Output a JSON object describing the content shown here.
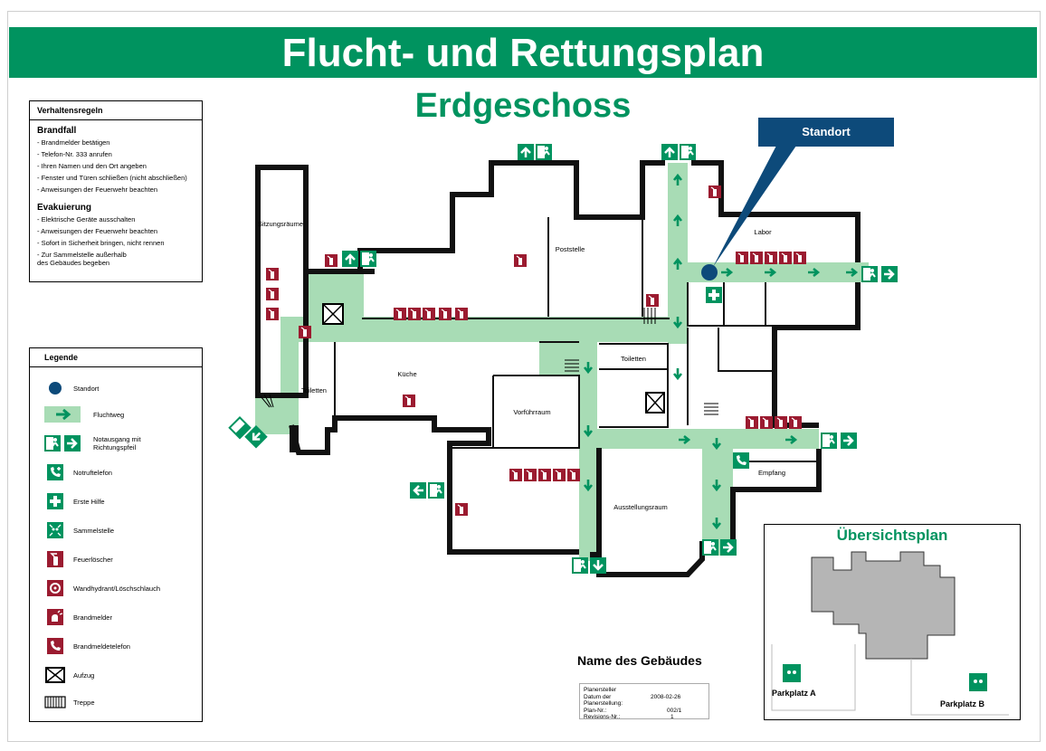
{
  "title": "Flucht- und Rettungsplan",
  "subtitle": "Erdgeschoss",
  "callout": "Standort",
  "rules": {
    "heading": "Verhaltensregeln",
    "sections": [
      {
        "title": "Brandfall",
        "lines": [
          "- Brandmelder betätigen",
          "- Telefon-Nr. 333 anrufen",
          "- Ihren Namen und den Ort angeben",
          "- Fenster und Türen schließen (nicht abschließen)",
          "- Anweisungen der Feuerwehr beachten"
        ]
      },
      {
        "title": "Evakuierung",
        "lines": [
          "- Elektrische Geräte ausschalten",
          "- Anweisungen der Feuerwehr beachten",
          "- Sofort in Sicherheit bringen, nicht rennen",
          "- Zur Sammelstelle außerhalb des Gebäudes begeben"
        ]
      }
    ]
  },
  "legend": {
    "heading": "Legende",
    "items": [
      {
        "icon": "standort-dot",
        "label": "Standort"
      },
      {
        "icon": "fluchtweg-arrow",
        "label": "Fluchtweg"
      },
      {
        "icon": "emergency-exit-icon",
        "label": "Notausgang mit Richtungspfeil"
      },
      {
        "icon": "emergency-phone-icon",
        "label": "Notruftelefon"
      },
      {
        "icon": "first-aid-icon",
        "label": "Erste Hilfe"
      },
      {
        "icon": "assembly-point-icon",
        "label": "Sammelstelle"
      },
      {
        "icon": "fire-extinguisher-icon",
        "label": "Feuerlöscher"
      },
      {
        "icon": "fire-hose-icon",
        "label": "Wandhydrant/Löschschlauch"
      },
      {
        "icon": "fire-alarm-icon",
        "label": "Brandmelder"
      },
      {
        "icon": "fire-phone-icon",
        "label": "Brandmeldetelefon"
      },
      {
        "icon": "elevator-icon",
        "label": "Aufzug"
      },
      {
        "icon": "stairs-icon",
        "label": "Treppe"
      }
    ]
  },
  "rooms": {
    "sitzungsraeume": "Sitzungsräume",
    "poststelle": "Poststelle",
    "labor": "Labor",
    "kueche": "Küche",
    "toiletten_left": "Toiletten",
    "toiletten_center": "Toiletten",
    "vorfuehrraum": "Vorführraum",
    "empfang": "Empfang",
    "ausstellungsraum": "Ausstellungsraum"
  },
  "overview": {
    "title": "Übersichtsplan",
    "parkplatz_a": "Parkplatz A",
    "parkplatz_b": "Parkplatz B"
  },
  "building": {
    "name": "Name des Gebäudes",
    "meta": [
      {
        "k": "Planersteller",
        "v": ""
      },
      {
        "k": "Datum der Planerstellung:",
        "v": "2008-02-26"
      },
      {
        "k": "Plan-Nr.:",
        "v": "002/1"
      },
      {
        "k": "Revisions-Nr.:",
        "v": "1"
      }
    ]
  },
  "colors": {
    "green": "#00935f",
    "route": "#a8dcb5",
    "red": "#9b1b30",
    "navy": "#0d4a7a",
    "wall": "#111111"
  }
}
